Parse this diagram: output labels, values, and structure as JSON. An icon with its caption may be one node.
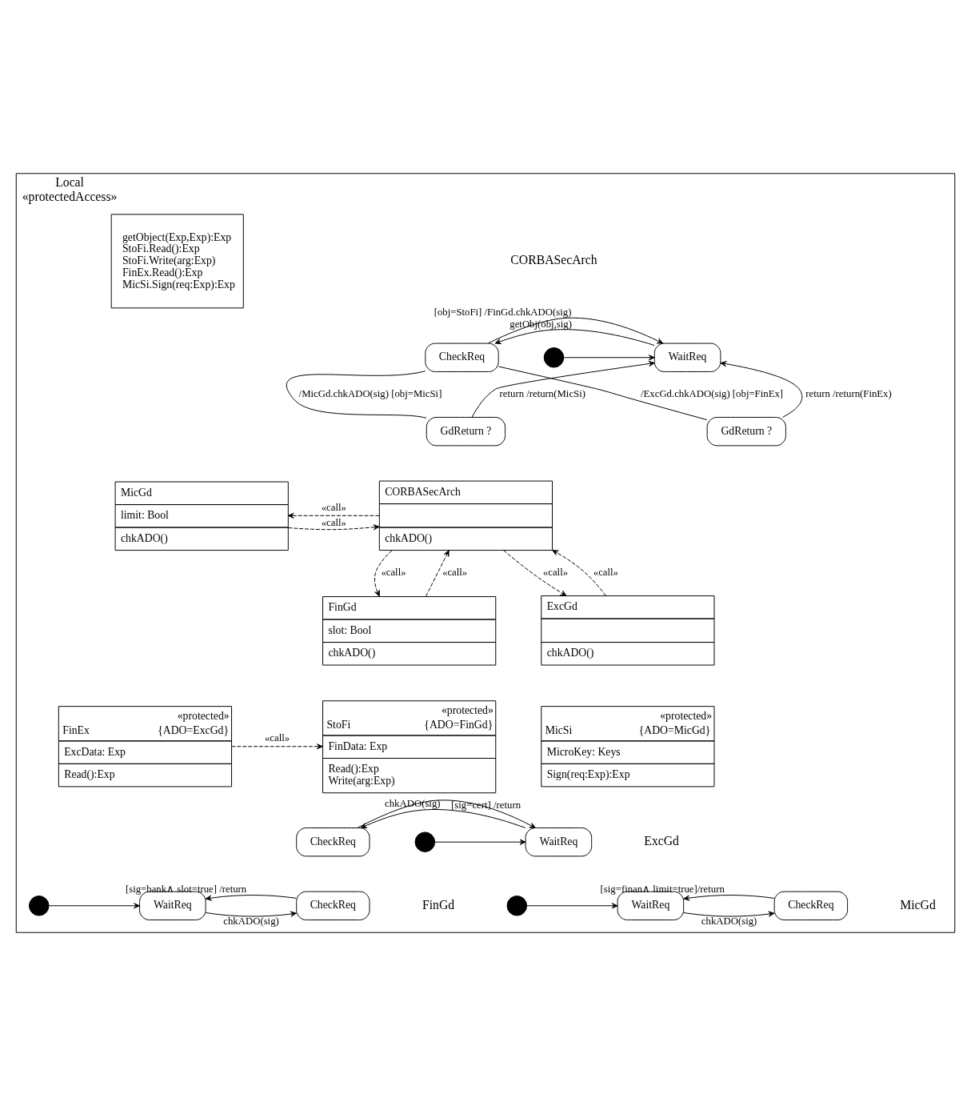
{
  "diagram": {
    "nodes": [
      {
        "text": [
          "Local",
          "«protectedAccess»"
        ]
      },
      {
        "text": [
          "getObject(Exp,Exp):Exp",
          "StoFi.Read():Exp",
          "StoFi.Write(arg:Exp)",
          "FinEx.Read():Exp",
          "MicSi.Sign(req:Exp):Exp"
        ],
        "in": 0
      },
      {
        "text": [
          "CheckReq"
        ],
        "in": 0
      },
      {
        "text": [
          "WaitReq"
        ],
        "in": 0
      },
      {
        "text": [
          "GdReturn ?"
        ],
        "in": 0
      },
      {
        "text": [
          "GdReturn ?"
        ],
        "in": 0
      },
      {
        "text": [],
        "shape": "circle",
        "in": 0
      },
      {
        "text": [
          "CORBASecArch",
          "chkADO()"
        ],
        "in": 0
      },
      {
        "text": [
          "MicGd",
          "limit: Bool",
          "chkADO()"
        ],
        "in": 0
      },
      {
        "text": [
          "FinGd",
          "slot: Bool",
          "chkADO()"
        ],
        "in": 0
      },
      {
        "text": [
          "ExcGd",
          "chkADO()"
        ],
        "in": 0
      },
      {
        "text": [
          "«protected»",
          "StoFi",
          "{ADO=FinGd}",
          "FinData: Exp",
          "Read():Exp",
          "Write(arg:Exp)"
        ],
        "in": 0
      },
      {
        "text": [
          "«protected»",
          "FinEx",
          "{ADO=ExcGd}",
          "ExcData: Exp",
          "Read():Exp"
        ],
        "in": 0
      },
      {
        "text": [
          "«protected»",
          "MicSi",
          "{ADO=MicGd}",
          "MicroKey: Keys",
          "Sign(req:Exp):Exp"
        ],
        "in": 0
      },
      {
        "text": [
          "CheckReq"
        ],
        "in": 0
      },
      {
        "text": [
          "WaitReq"
        ],
        "in": 0
      },
      {
        "text": [],
        "shape": "circle",
        "in": 0
      },
      {
        "text": [
          "CheckReq"
        ],
        "in": 0
      },
      {
        "text": [
          "WaitReq"
        ],
        "in": 0
      },
      {
        "text": [],
        "shape": "circle",
        "in": 0
      },
      {
        "text": [
          "CheckReq"
        ],
        "in": 0
      },
      {
        "text": [
          "WaitReq"
        ],
        "in": 0
      },
      {
        "text": [],
        "shape": "circle",
        "in": 0
      }
    ],
    "edges": [
      {
        "from": 6,
        "to": 3,
        "arrow": "to"
      },
      {
        "from": 3,
        "to": 2,
        "label": "getObj(obj,sig)",
        "arrow": "to"
      },
      {
        "from": 2,
        "to": 4,
        "label": "/ExcGd.chkADO(sig) [obj=FinEx]",
        "arrow": "none"
      },
      {
        "from": 4,
        "to": 3,
        "label": "return /return(FinEx)",
        "arrow": "to"
      },
      {
        "from": 2,
        "to": 5,
        "label": "/MicGd.chkADO(sig) [obj=MicSi]",
        "arrow": "none"
      },
      {
        "from": 5,
        "to": 3,
        "label": "return /return(MicSi)",
        "arrow": "to"
      },
      {
        "from": 2,
        "to": 3,
        "label": "[obj=StoFi] /FinGd.chkADO(sig)",
        "arrow": "to"
      },
      {
        "from": 7,
        "to": 8,
        "label": "«call»",
        "arrow": "to",
        "style": "dashed"
      },
      {
        "from": 8,
        "to": 7,
        "label": "«call»",
        "arrow": "to",
        "style": "dashed"
      },
      {
        "from": 7,
        "to": 9,
        "label": "«call»",
        "arrow": "to",
        "style": "dashed"
      },
      {
        "from": 9,
        "to": 7,
        "label": "«call»",
        "arrow": "to",
        "style": "dashed"
      },
      {
        "from": 7,
        "to": 10,
        "label": "«call»",
        "arrow": "to",
        "style": "dashed"
      },
      {
        "from": 10,
        "to": 7,
        "label": "«call»",
        "arrow": "to",
        "style": "dashed"
      },
      {
        "from": 12,
        "to": 11,
        "label": "«call»",
        "arrow": "to",
        "style": "dashed"
      },
      {
        "from": 16,
        "to": 15,
        "arrow": "to"
      },
      {
        "from": 15,
        "to": 14,
        "label": "chkADO(sig)",
        "arrow": "to"
      },
      {
        "from": 14,
        "to": 15,
        "label": "[sig=cert] /return",
        "arrow": "to"
      },
      {
        "from": 19,
        "to": 18,
        "arrow": "to"
      },
      {
        "from": 18,
        "to": 17,
        "label": "chkADO(sig)",
        "arrow": "to"
      },
      {
        "from": 17,
        "to": 18,
        "label": "[sig=bank∧ slot=true] /return",
        "arrow": "to"
      },
      {
        "from": 22,
        "to": 21,
        "arrow": "to"
      },
      {
        "from": 21,
        "to": 20,
        "label": "chkADO(sig)",
        "arrow": "to"
      },
      {
        "from": 20,
        "to": 21,
        "label": "[sig=finan∧ limit=true]/return",
        "arrow": "to"
      }
    ],
    "labels": [
      "CORBASecArch",
      "ExcGd",
      "FinGd",
      "MicGd"
    ]
  }
}
